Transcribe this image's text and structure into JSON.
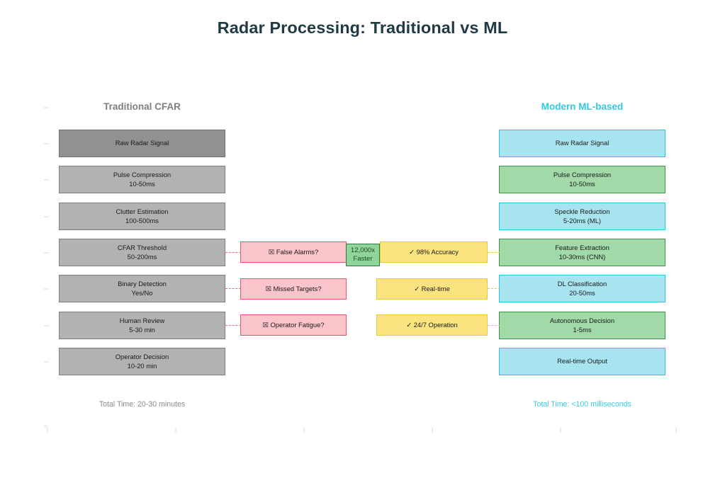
{
  "title": "Radar Processing: Traditional vs ML",
  "columns": {
    "left": {
      "header": "Traditional CFAR",
      "total": "Total Time: 20-30 minutes",
      "accent": "#7f7f7f",
      "steps": [
        {
          "name": "Raw Radar Signal",
          "detail": "",
          "style": "gray-dark"
        },
        {
          "name": "Pulse Compression",
          "detail": "10-50ms",
          "style": "gray-light"
        },
        {
          "name": "Clutter Estimation",
          "detail": "100-500ms",
          "style": "gray-light"
        },
        {
          "name": "CFAR Threshold",
          "detail": "50-200ms",
          "style": "gray-light"
        },
        {
          "name": "Binary Detection",
          "detail": "Yes/No",
          "style": "gray-light"
        },
        {
          "name": "Human Review",
          "detail": "5-30 min",
          "style": "gray-light"
        },
        {
          "name": "Operator Decision",
          "detail": "10-20 min",
          "style": "gray-light"
        }
      ]
    },
    "right": {
      "header": "Modern ML-based",
      "total": "Total Time: <100 milliseconds",
      "accent": "#32c8e0",
      "steps": [
        {
          "name": "Raw Radar Signal",
          "detail": "",
          "style": "blue"
        },
        {
          "name": "Pulse Compression",
          "detail": "10-50ms",
          "style": "green"
        },
        {
          "name": "Speckle Reduction",
          "detail": "5-20ms (ML)",
          "style": "blue"
        },
        {
          "name": "Feature Extraction",
          "detail": "10-30ms (CNN)",
          "style": "green"
        },
        {
          "name": "DL Classification",
          "detail": "20-50ms",
          "style": "blue"
        },
        {
          "name": "Autonomous Decision",
          "detail": "1-5ms",
          "style": "green"
        },
        {
          "name": "Real-time Output",
          "detail": "",
          "style": "blue"
        }
      ]
    }
  },
  "comparisons": [
    {
      "problem": "☒ False Alarms?",
      "benefit": "✓ 98% Accuracy"
    },
    {
      "problem": "☒ Missed Targets?",
      "benefit": "✓ Real-time"
    },
    {
      "problem": "☒ Operator Fatigue?",
      "benefit": "✓ 24/7 Operation"
    }
  ],
  "badge": {
    "line1": "12,000x",
    "line2": "Faster",
    "fill": "#8fd49a",
    "border": "#2f7a3a"
  },
  "colors": {
    "title": "#1f3a44",
    "gray_dark": "#919191",
    "gray_light": "#b2b2b2",
    "blue": "#a8e4f0",
    "green": "#a2d9a8",
    "pink": "#fbc4cb",
    "yellow": "#fbe37f"
  }
}
